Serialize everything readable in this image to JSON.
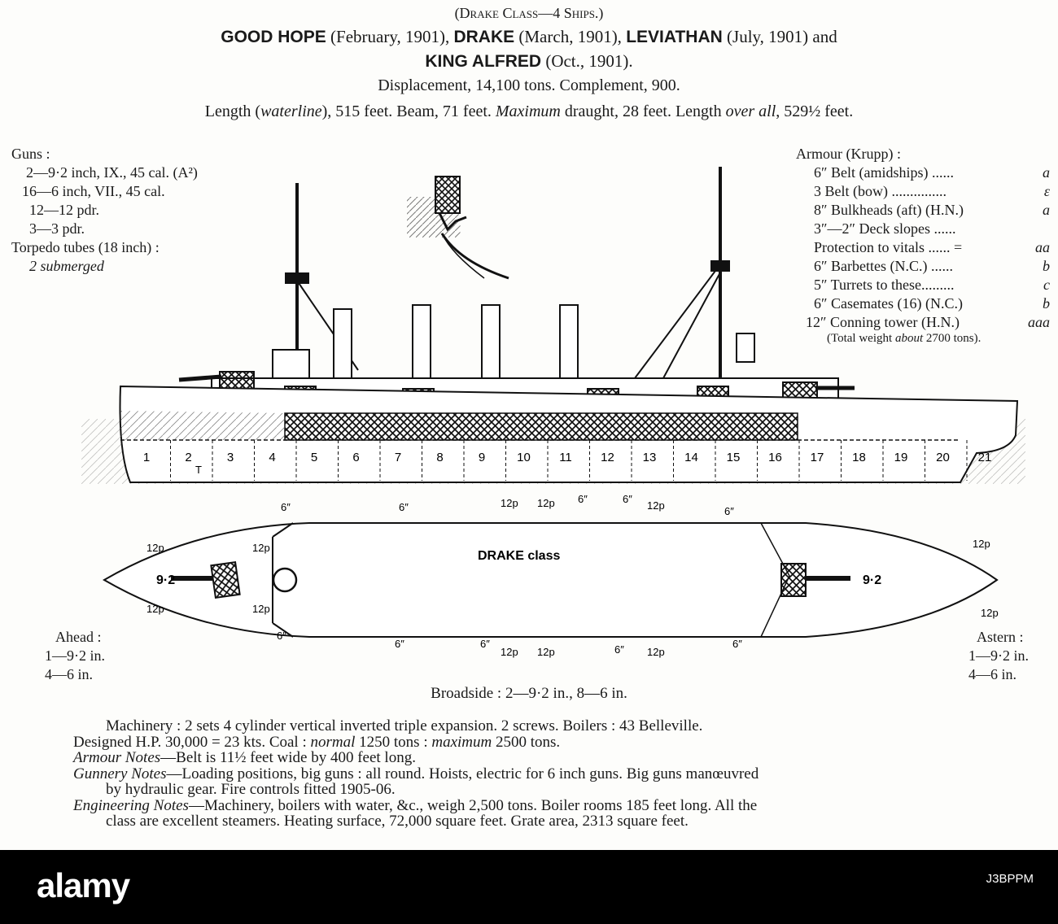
{
  "header": {
    "class_line": "(Drake Class—4 Ships.)",
    "ship_1": "GOOD HOPE",
    "ship_1_date": "(February, 1901),",
    "ship_2": "DRAKE",
    "ship_2_date": "(March, 1901),",
    "ship_3": "LEVIATHAN",
    "ship_3_date": "(July, 1901) and",
    "ship_4": "KING ALFRED",
    "ship_4_date": "(Oct., 1901).",
    "displacement": "Displacement, 14,100 tons.  Complement, 900.",
    "dims_a": "Length (",
    "dims_waterline": "waterline",
    "dims_b": "), 515 feet.  Beam, 71 feet.  ",
    "dims_max": "Maximum",
    "dims_c": " draught, 28 feet.  Length ",
    "dims_overall": "over all",
    "dims_d": ", 529½ feet."
  },
  "guns": {
    "title": "Guns :",
    "items": [
      "2—9·2 inch, IX., 45 cal. (A²)",
      "16—6 inch, VII., 45 cal.",
      "12—12 pdr.",
      "3—3 pdr."
    ],
    "torpedo_title": "Torpedo tubes (18 inch) :",
    "torpedo_detail": "2 submerged"
  },
  "armour": {
    "title": "Armour (Krupp) :",
    "items": [
      {
        "label": "6″ Belt (amidships) ......",
        "grade": "a"
      },
      {
        "label": "3 Belt (bow) ...............",
        "grade": "ε"
      },
      {
        "label": "8″ Bulkheads (aft) (H.N.)",
        "grade": "a"
      },
      {
        "label": "3″—2″ Deck slopes ......",
        "grade": ""
      },
      {
        "label": "Protection to vitals ...... =",
        "grade": "aa"
      },
      {
        "label": "6″ Barbettes (N.C.) ......",
        "grade": "b"
      },
      {
        "label": "5″ Turrets to these.........",
        "grade": "c"
      },
      {
        "label": "6″ Casemates (16) (N.C.)",
        "grade": "b"
      },
      {
        "label": "12″ Conning tower (H.N.)",
        "grade": "aaa"
      }
    ],
    "total_a": "(Total weight ",
    "total_about": "about",
    "total_b": " 2700 tons)."
  },
  "profile": {
    "sections": [
      "1",
      "2",
      "3",
      "4",
      "5",
      "6",
      "7",
      "8",
      "9",
      "10",
      "11",
      "12",
      "13",
      "14",
      "15",
      "16",
      "17",
      "18",
      "19",
      "20",
      "21"
    ],
    "torpedo_mark": "T"
  },
  "plan": {
    "class_label": "DRAKE class",
    "gun_9_2": "9·2",
    "gun_6": "6″",
    "gun_12p": "12p"
  },
  "arcs": {
    "ahead_title": "Ahead :",
    "ahead_1": "1—9·2 in.",
    "ahead_2": "4—6 in.",
    "astern_title": "Astern :",
    "astern_1": "1—9·2 in.",
    "astern_2": "4—6 in.",
    "broadside": "Broadside : 2—9·2 in., 8—6 in."
  },
  "notes": {
    "machinery": "Machinery :  2 sets 4 cylinder vertical inverted triple expansion.  2 screws.  Boilers :  43 Belleville.",
    "hp_a": "Designed H.P. 30,000 = 23 kts.  Coal :  ",
    "hp_normal": "normal",
    "hp_b": " 1250 tons :  ",
    "hp_max": "maximum",
    "hp_c": " 2500 tons.",
    "armour_label": "Armour Notes",
    "armour_text": "—Belt is 11½ feet wide by 400 feet long.",
    "gunnery_label": "Gunnery Notes",
    "gunnery_text": "—Loading positions, big guns : all round.  Hoists, electric for 6 inch guns.  Big guns manœuvred",
    "gunnery_text2": "by hydraulic gear.  Fire controls fitted 1905-06.",
    "eng_label": "Engineering Notes",
    "eng_text": "—Machinery, boilers with water, &c., weigh 2,500 tons.  Boiler rooms 185 feet long.  All the",
    "eng_text2": "class are excellent steamers.  Heating surface, 72,000 square feet.  Grate area, 2313 square feet."
  },
  "footer": {
    "brand": "alamy",
    "image_id": "J3BPPM"
  }
}
